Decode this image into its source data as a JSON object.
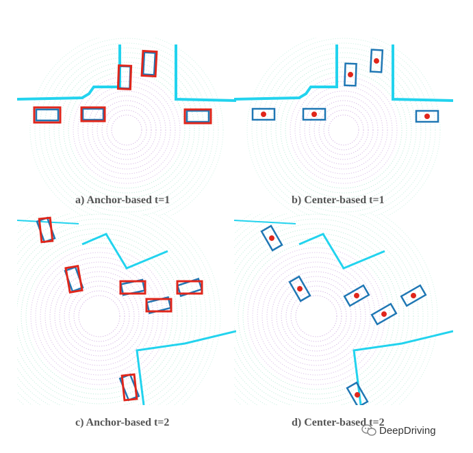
{
  "captions": {
    "a": "a) Anchor-based t=1",
    "b": "b) Center-based t=1",
    "c": "c) Anchor-based t=2",
    "d": "d) Center-based t=2"
  },
  "watermark": "DeepDriving",
  "colors": {
    "gt_box": "#1f77b4",
    "anchor_box": "#e0261b",
    "center_dot": "#e0261b",
    "walls": "#22d3ee",
    "ring_purple": "#c9a0dc",
    "ring_green": "#8fe0c0",
    "object_points": "#f0a060"
  }
}
